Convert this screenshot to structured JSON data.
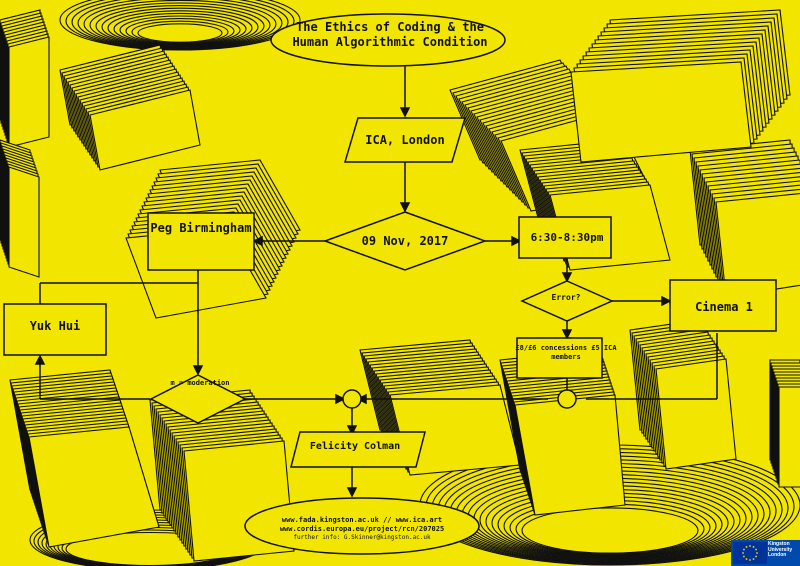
{
  "poster": {
    "title": "The Ethics of Coding & the Human Algorithmic Condition",
    "venue": "ICA, London",
    "date": "09 Nov, 2017",
    "time": "6:30-8:30pm",
    "speaker_1": "Peg Birmingham",
    "speaker_2": "Yuk Hui",
    "speaker_3": "Felicity Colman",
    "decision": "Error?",
    "location": "Cinema 1",
    "prices": "£8/£6 concessions £5 ICA members",
    "moderation": "m = moderation",
    "link_1": "www.fada.kingston.ac.uk // www.ica.art",
    "link_2": "www.cordis.europa.eu/project/rcn/207025",
    "further_info": "further info: G.Skinner@kingston.ac.uk"
  },
  "logo": {
    "university": "Kingston University London"
  },
  "colors": {
    "background": "#f2e600",
    "ink": "#111111",
    "logo_blue": "#004aad"
  },
  "icons": [
    "eu-flag-icon"
  ]
}
